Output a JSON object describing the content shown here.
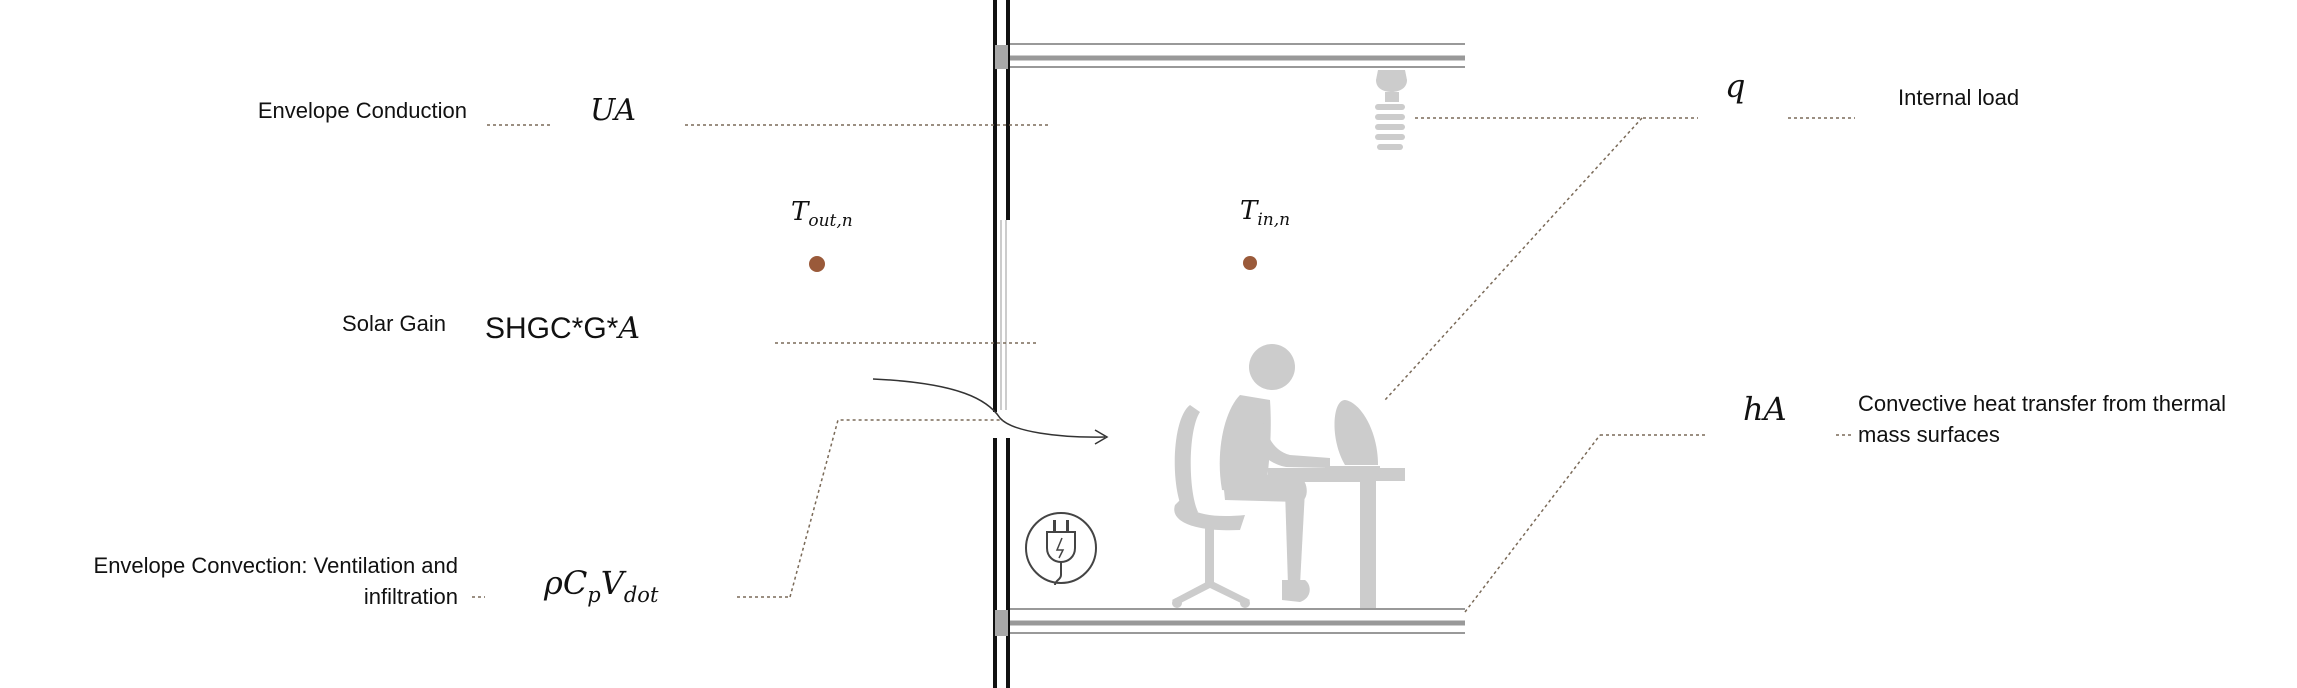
{
  "labels": {
    "envelope_conduction": "Envelope Conduction",
    "solar_gain": "Solar Gain",
    "envelope_convection_line1": "Envelope Convection: Ventilation and",
    "envelope_convection_line2": "infiltration",
    "internal_load": "Internal load",
    "convective_line1": "Convective heat transfer from thermal",
    "convective_line2": "mass surfaces"
  },
  "symbols": {
    "ua": "UA",
    "t_out": "T",
    "t_out_sub": "out,n",
    "t_in": "T",
    "t_in_sub": "in,n",
    "solar_prefix": "SHGC*G*",
    "solar_area": "A",
    "q": "q",
    "ha": "hA",
    "rho": "ρC",
    "rho_sub_p": "p",
    "v": "V",
    "v_sub": "dot"
  },
  "colors": {
    "wall": "#111111",
    "structure": "#9a9a9a",
    "figure": "#cccccc",
    "leader": "#7a6a58",
    "node": "#9a5a3a"
  },
  "icons": {
    "bulb": "light-bulb-icon",
    "plug": "plug-socket-icon",
    "person": "person-at-desk-icon"
  }
}
